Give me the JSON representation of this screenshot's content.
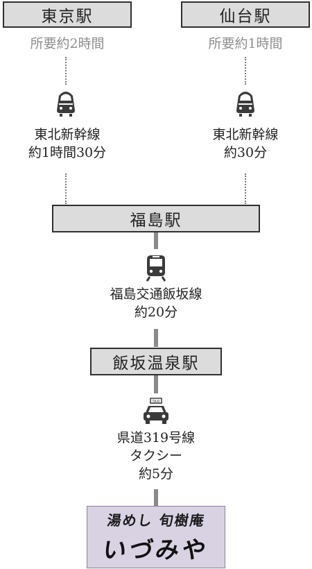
{
  "origins": [
    {
      "station": "東京駅",
      "duration": "所要約2時間",
      "line": "東北新幹線",
      "time": "約1時間30分"
    },
    {
      "station": "仙台駅",
      "duration": "所要約1時間",
      "line": "東北新幹線",
      "time": "約30分"
    }
  ],
  "fukushima": {
    "station": "福島駅",
    "line": "福島交通飯坂線",
    "time": "約20分"
  },
  "iizaka": {
    "station": "飯坂温泉駅",
    "route": "県道319号線",
    "mode": "タクシー",
    "time": "約5分"
  },
  "taxi_sign": "TAXI",
  "destination": {
    "subtitle": "湯めし 旬樹庵",
    "name": "いづみや"
  },
  "icons": [
    "shinkansen-icon",
    "shinkansen-icon",
    "train-icon",
    "taxi-icon"
  ]
}
